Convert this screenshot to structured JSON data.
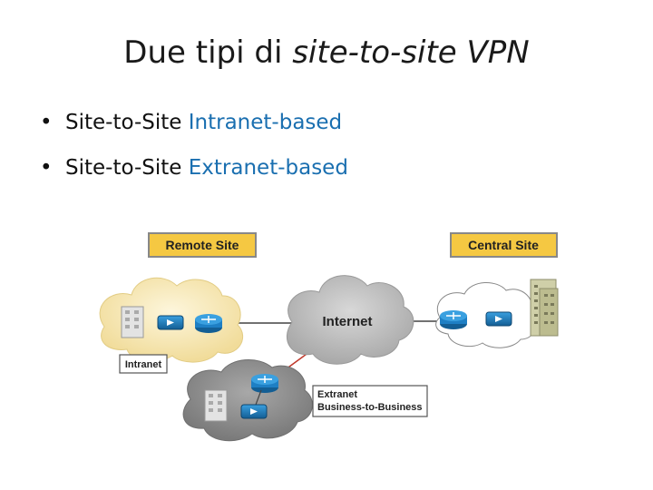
{
  "slide": {
    "title_plain": "Due tipi di ",
    "title_italic": "site-to-site VPN"
  },
  "bullets": [
    {
      "prefix": "Site-to-Site ",
      "highlight": "Intranet-based"
    },
    {
      "prefix": "Site-to-Site ",
      "highlight": "Extranet-based"
    }
  ],
  "diagram": {
    "remote_site": "Remote Site",
    "central_site": "Central Site",
    "internet": "Internet",
    "intranet": "Intranet",
    "extranet_line1": "Extranet",
    "extranet_line2": "Business-to-Business"
  },
  "colors": {
    "site_box_fill": "#f5c842",
    "site_box_border": "#888888",
    "bullet_highlight": "#1a6fb0",
    "cloud_gray": "#b9b9b9",
    "cloud_dark": "#8a8a8a",
    "intranet_cloud": "#f6e7b0",
    "router": "#1e7fc4",
    "red_link": "#c0392b"
  }
}
